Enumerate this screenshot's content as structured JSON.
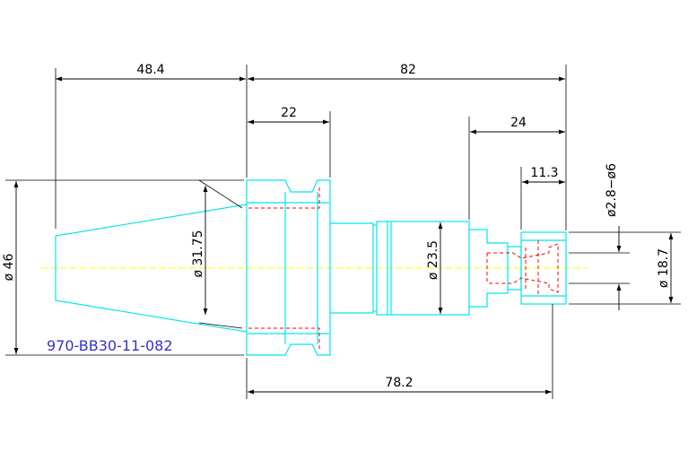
{
  "drawing": {
    "part_number": "970-BB30-11-082",
    "colors": {
      "background": "#ffffff",
      "outline": "#00e5ee",
      "dimension": "#000000",
      "hidden_line": "#ff0000",
      "centerline": "#ffff00",
      "part_number": "#3333cc"
    },
    "dimensions": {
      "taper_length": "48.4",
      "overall_length": "82",
      "flange_width": "22",
      "nose_length": "24",
      "collet_length": "11.3",
      "clamping_range": "ø2.8−ø6",
      "flange_diameter": "ø 46",
      "taper_diameter": "ø 31.75",
      "body_diameter": "ø 23.5",
      "nut_diameter": "ø 18.7",
      "gauge_length": "78.2"
    }
  }
}
